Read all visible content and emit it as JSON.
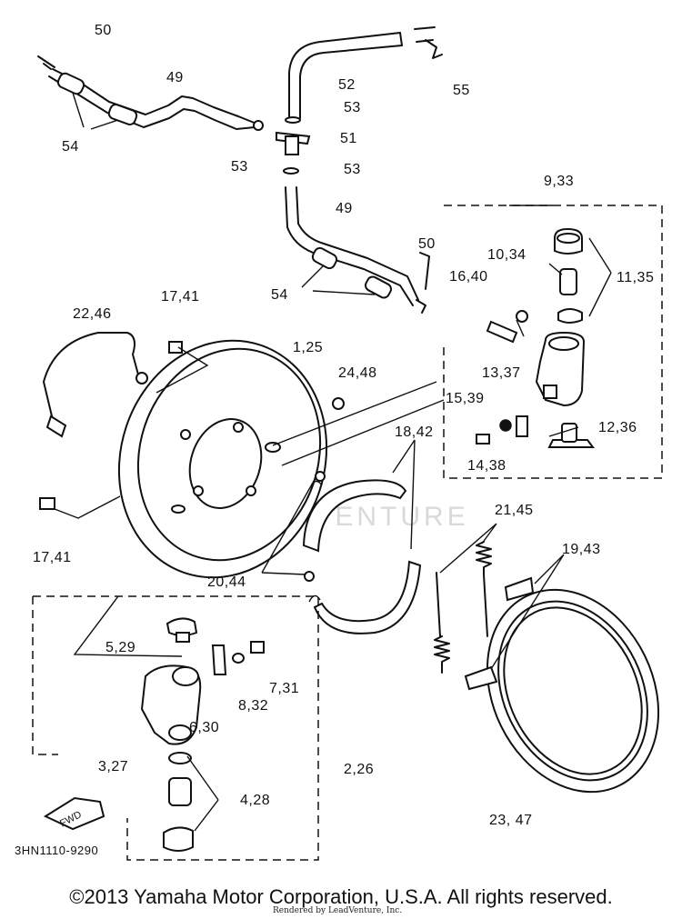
{
  "labels": {
    "l50a": "50",
    "l49a": "49",
    "l52": "52",
    "l55": "55",
    "l53a": "53",
    "l51": "51",
    "l53b": "53",
    "l53c": "53",
    "l54a": "54",
    "l49b": "49",
    "l933": "9,33",
    "l50b": "50",
    "l1034": "10,34",
    "l1135": "11,35",
    "l1640": "16,40",
    "l54b": "54",
    "l1741a": "17,41",
    "l2246": "22,46",
    "l125": "1,25",
    "l2448": "24,48",
    "l1337": "13,37",
    "l1539": "15,39",
    "l1236": "12,36",
    "l1438": "14,38",
    "l1842": "18,42",
    "l2145": "21,45",
    "l1741b": "17,41",
    "l1943": "19,43",
    "l2044": "20,44",
    "l529": "5,29",
    "l731": "7,31",
    "l832": "8,32",
    "l630": "6,30",
    "l226": "2,26",
    "l327": "3,27",
    "l428": "4,28",
    "l2347": "23, 47"
  },
  "fwd_text": "FWD",
  "diagram_code": "3HN1110-9290",
  "watermark": "LEADVENTURE",
  "copyright": "©2013 Yamaha Motor Corporation, U.S.A. All rights reserved.",
  "rendered_by": "Rendered by LeadVenture, Inc."
}
